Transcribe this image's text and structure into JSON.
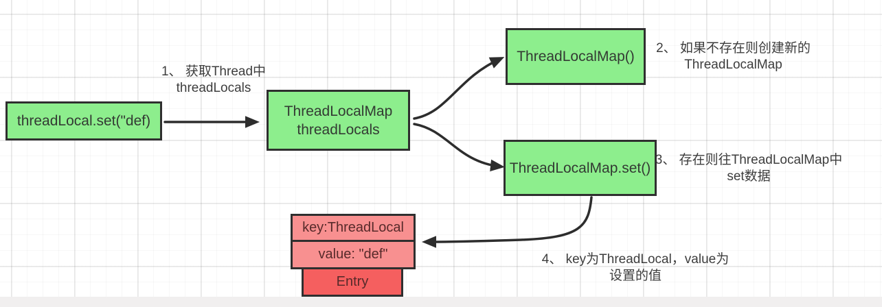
{
  "diagram": {
    "nodes": {
      "start": {
        "label": "threadLocal.set(\"def)"
      },
      "map": {
        "line1": "ThreadLocalMap",
        "line2": "threadLocals"
      },
      "create": {
        "label": "ThreadLocalMap()"
      },
      "set": {
        "label": "ThreadLocalMap.set()"
      },
      "entry_key": {
        "label": "key:ThreadLocal"
      },
      "entry_value": {
        "label": "value: \"def\""
      },
      "entry": {
        "label": "Entry"
      }
    },
    "annotations": {
      "step1": {
        "line1": "1、 获取Thread中",
        "line2": "threadLocals"
      },
      "step2": {
        "line1": "2、 如果不存在则创建新的",
        "line2": "ThreadLocalMap"
      },
      "step3": {
        "line1": "3、 存在则往ThreadLocalMap中",
        "line2": "set数据"
      },
      "step4": {
        "line1": "4、 key为ThreadLocal，value为",
        "line2": "设置的值"
      }
    }
  },
  "colors": {
    "box_green": "#8dee8d",
    "box_pink": "#f89090",
    "box_red": "#f55f5f",
    "border": "#2f2f2f",
    "arrow": "#2d2d2d",
    "text_green_box": "#333a33",
    "text_red_box": "#572a2a",
    "text_annotation": "#3d3d3d"
  }
}
